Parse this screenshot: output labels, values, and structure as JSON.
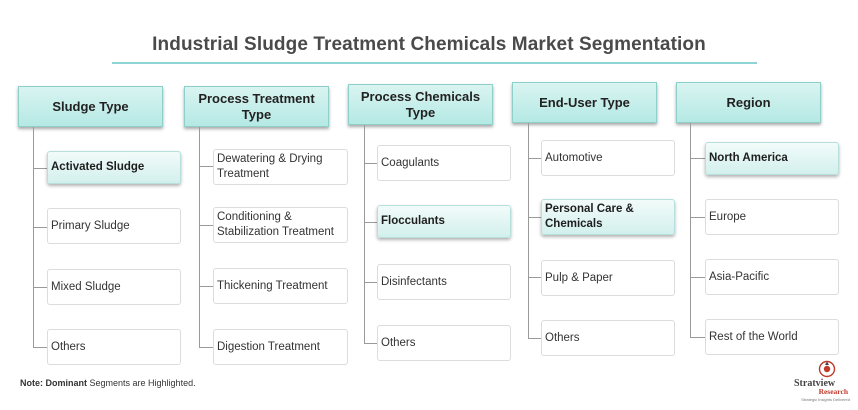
{
  "title": "Industrial Sludge Treatment Chemicals Market Segmentation",
  "columns": [
    {
      "header": "Sludge Type",
      "items": [
        {
          "label": "Activated Sludge",
          "highlighted": true
        },
        {
          "label": "Primary Sludge",
          "highlighted": false
        },
        {
          "label": "Mixed Sludge",
          "highlighted": false
        },
        {
          "label": "Others",
          "highlighted": false
        }
      ]
    },
    {
      "header": "Process Treatment Type",
      "items": [
        {
          "label": "Dewatering & Drying Treatment",
          "highlighted": false
        },
        {
          "label": "Conditioning & Stabilization Treatment",
          "highlighted": false
        },
        {
          "label": "Thickening Treatment",
          "highlighted": false
        },
        {
          "label": "Digestion Treatment",
          "highlighted": false
        }
      ]
    },
    {
      "header": "Process Chemicals Type",
      "items": [
        {
          "label": "Coagulants",
          "highlighted": false
        },
        {
          "label": "Flocculants",
          "highlighted": true
        },
        {
          "label": "Disinfectants",
          "highlighted": false
        },
        {
          "label": "Others",
          "highlighted": false
        }
      ]
    },
    {
      "header": "End-User Type",
      "items": [
        {
          "label": "Automotive",
          "highlighted": false
        },
        {
          "label": "Personal Care & Chemicals",
          "highlighted": true
        },
        {
          "label": "Pulp & Paper",
          "highlighted": false
        },
        {
          "label": "Others",
          "highlighted": false
        }
      ]
    },
    {
      "header": "Region",
      "items": [
        {
          "label": "North America",
          "highlighted": true
        },
        {
          "label": "Europe",
          "highlighted": false
        },
        {
          "label": "Asia-Pacific",
          "highlighted": false
        },
        {
          "label": "Rest of the World",
          "highlighted": false
        }
      ]
    }
  ],
  "note": {
    "prefix": "Note:",
    "bold_word": "Dominant",
    "rest": " Segments are Highlighted."
  },
  "logo": {
    "name": "Stratview",
    "sub": "Research",
    "tagline": "Strategic Insights Delivered"
  },
  "colors": {
    "header_fill": "#c4eee9",
    "highlight_fill": "#dff4f2",
    "title_rule": "#8fd3d3",
    "connector": "#9a9a9a",
    "logo_accent": "#c0392b"
  }
}
